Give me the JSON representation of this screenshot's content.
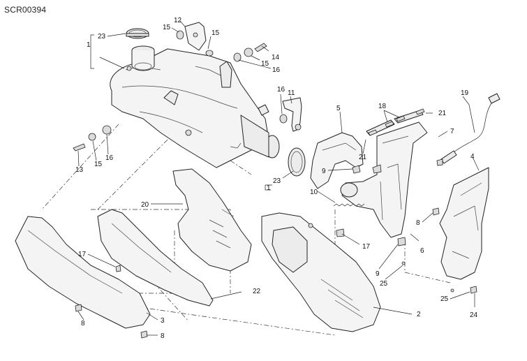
{
  "diagram": {
    "code": "SCR00394",
    "labels": {
      "l1a": "1",
      "l23a": "23",
      "l12": "12",
      "l15a": "15",
      "l15b": "15",
      "l14": "14",
      "l15c": "15",
      "l16a": "16",
      "l16b": "16",
      "l11": "11",
      "l5": "5",
      "l18": "18",
      "l21a": "21",
      "l19": "19",
      "l7": "7",
      "l21b": "21",
      "l4": "4",
      "l13": "13",
      "l15d": "15",
      "l16c": "16",
      "l23b": "23",
      "l1b": "1",
      "l9a": "9",
      "l10": "10",
      "l20": "20",
      "l8a": "8",
      "l17a": "17",
      "l17b": "17",
      "l6": "6",
      "l9b": "9",
      "l25a": "25",
      "l22": "22",
      "l2": "2",
      "l25b": "25",
      "l24": "24",
      "l8b": "8",
      "l3": "3",
      "l8c": "8"
    }
  }
}
